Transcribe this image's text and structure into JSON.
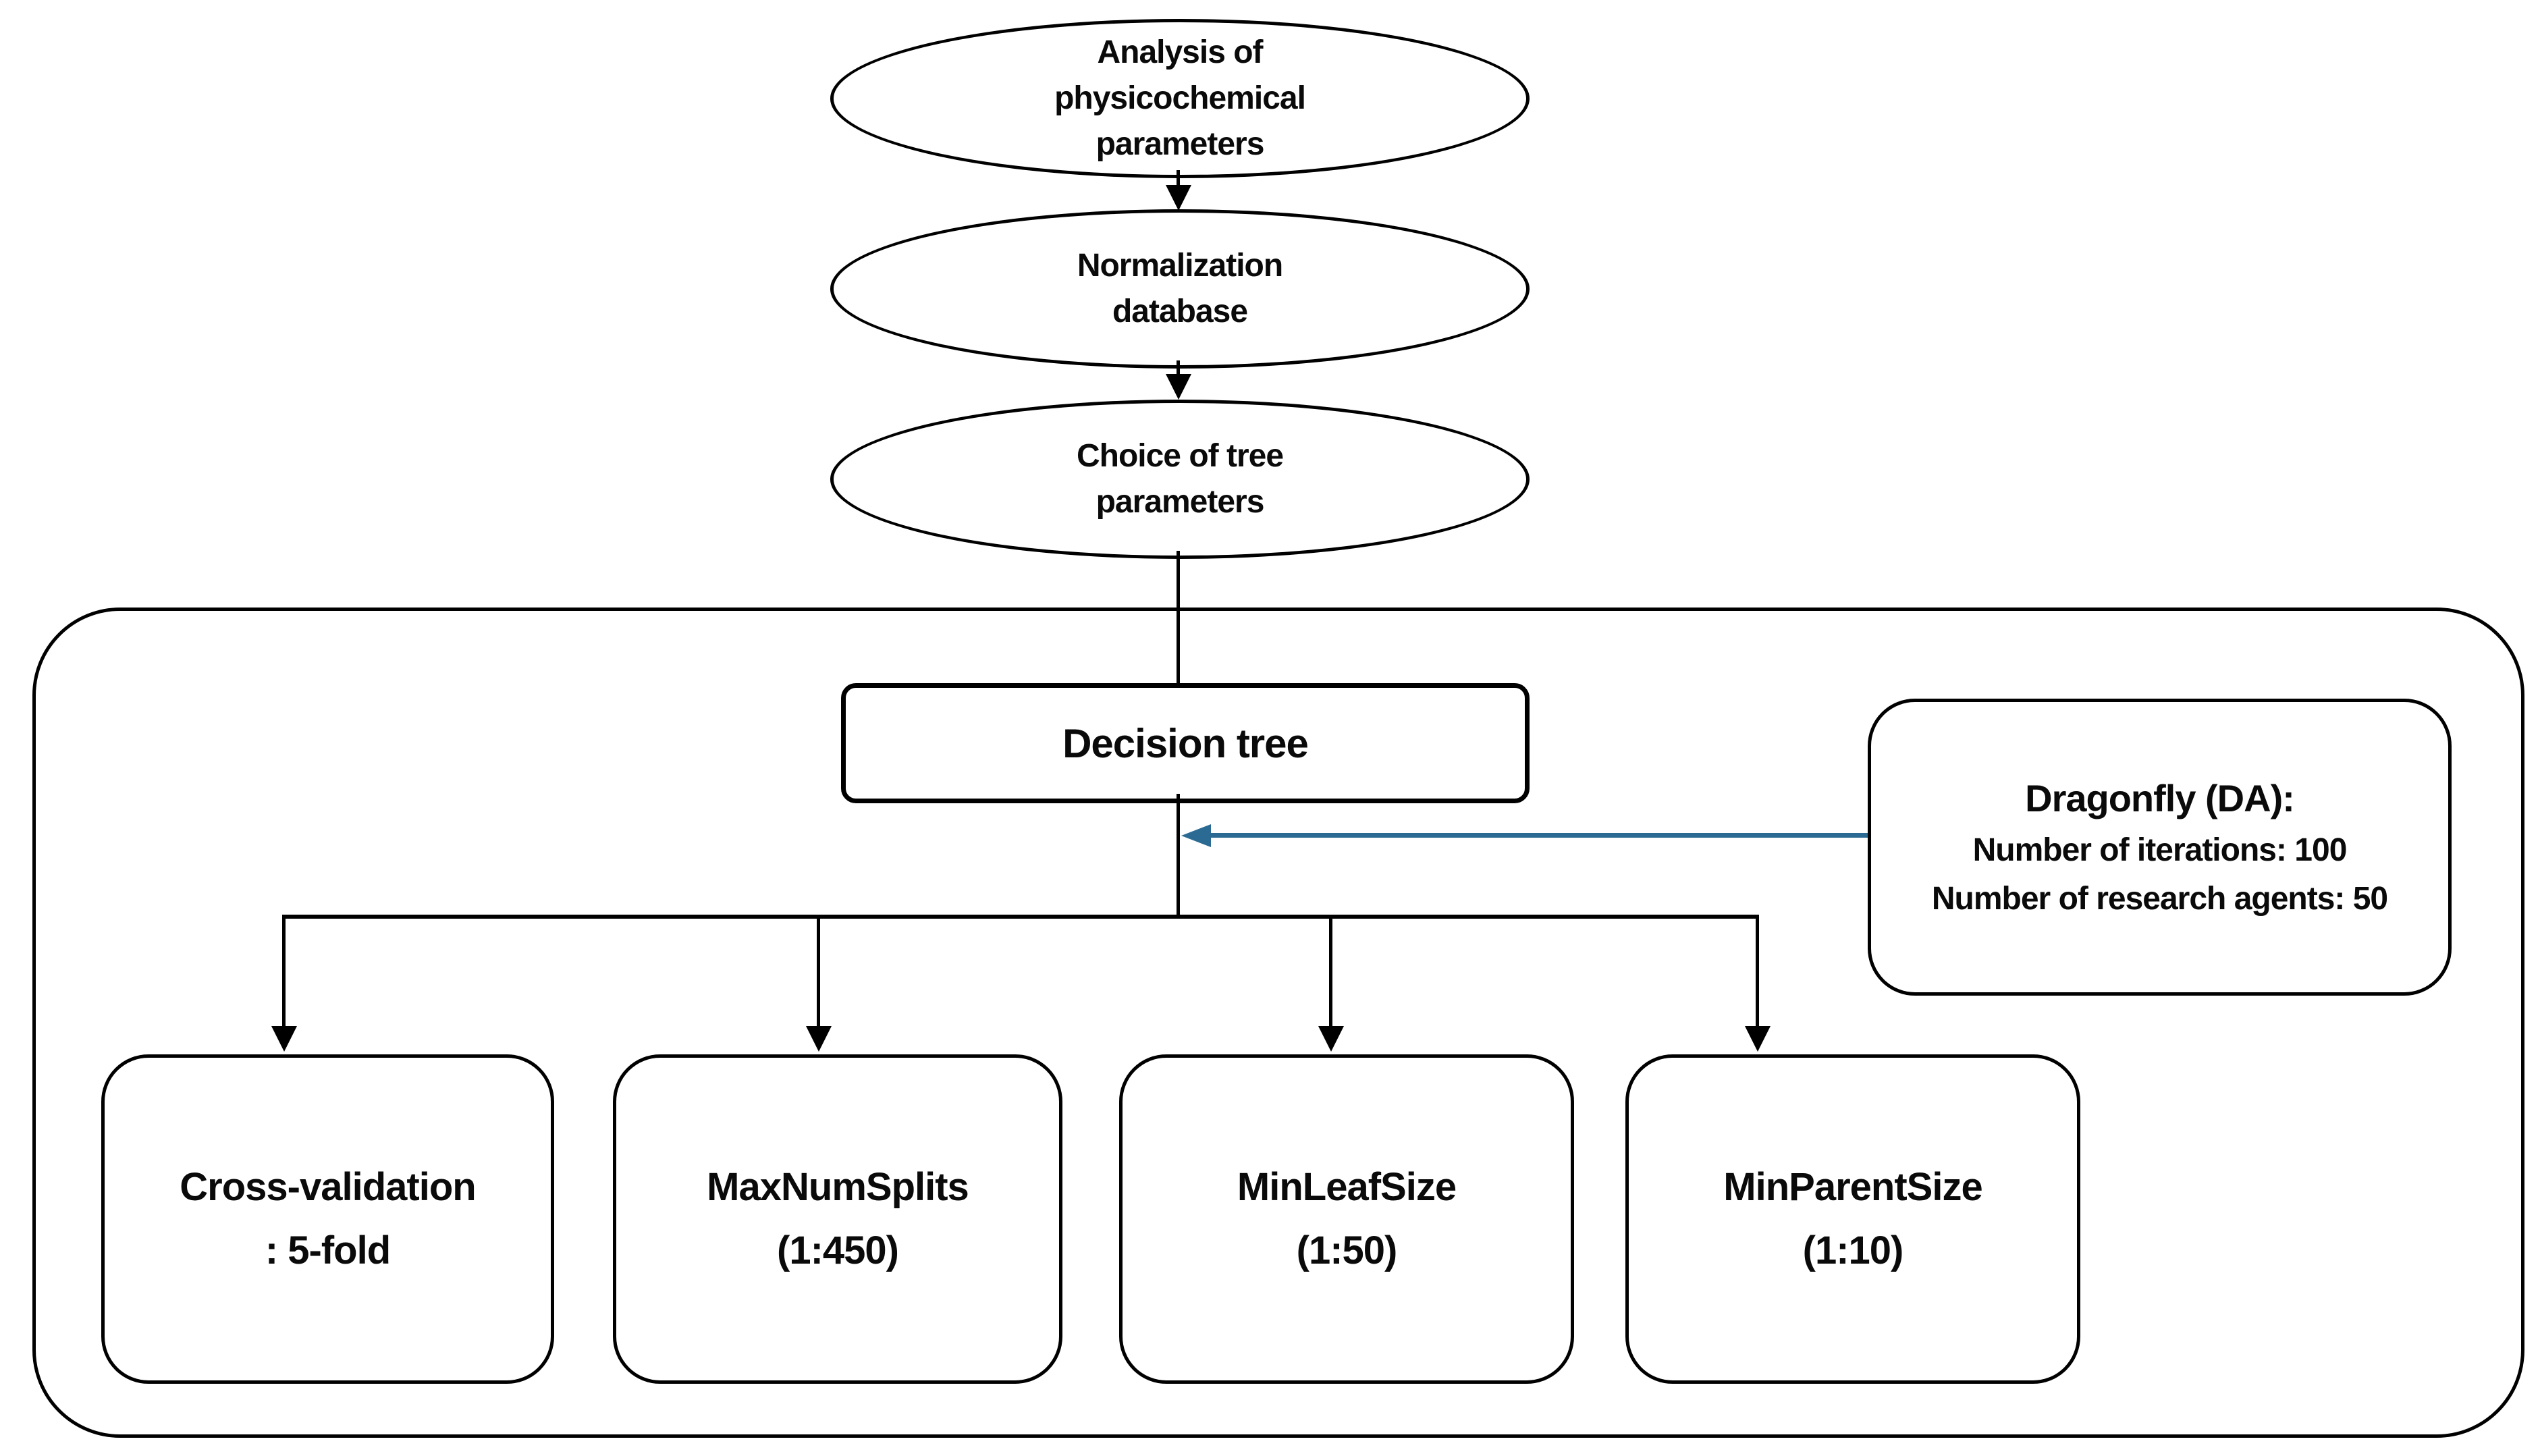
{
  "colors": {
    "background": "#ffffff",
    "shape_stroke": "#000000",
    "text": "#0a0a0a",
    "dragonfly_arrow": "#2B6B93"
  },
  "flow": {
    "ellipses": [
      {
        "name": "analysis",
        "lines": [
          "Analysis of",
          "physicochemical",
          "parameters"
        ]
      },
      {
        "name": "normalization",
        "lines": [
          "Normalization",
          "database"
        ]
      },
      {
        "name": "tree-parameters",
        "lines": [
          "Choice of tree",
          "parameters"
        ]
      }
    ],
    "decision_tree_label": "Decision tree",
    "dragonfly": {
      "title": "Dragonfly (DA):",
      "details": [
        "Number of iterations: 100",
        "Number of research agents: 50"
      ]
    },
    "parameter_boxes": [
      {
        "lines": [
          "Cross-validation",
          ": 5-fold"
        ]
      },
      {
        "lines": [
          "MaxNumSplits",
          "(1:450)"
        ]
      },
      {
        "lines": [
          "MinLeafSize",
          "(1:50)"
        ]
      },
      {
        "lines": [
          "MinParentSize",
          "(1:10)"
        ]
      }
    ]
  }
}
